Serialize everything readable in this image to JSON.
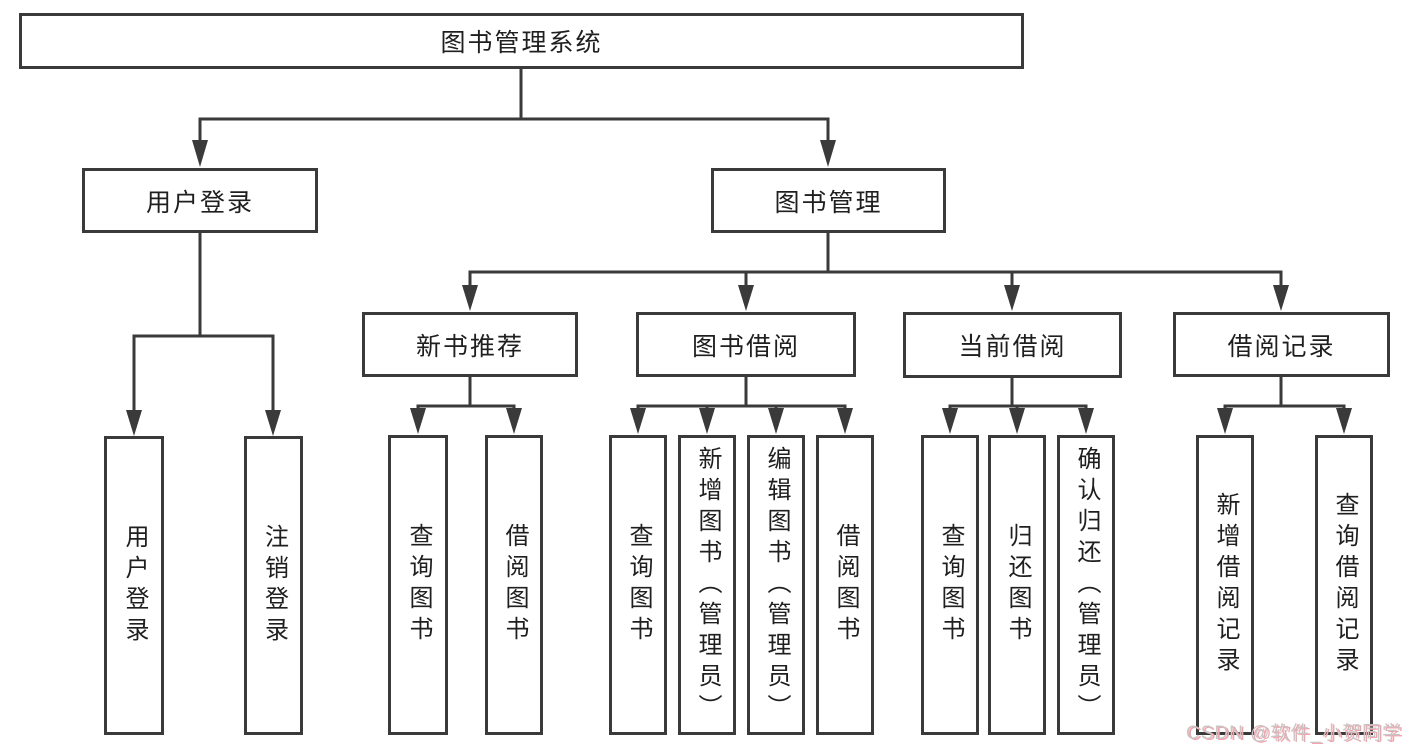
{
  "tree": {
    "label": "图书管理系统",
    "children": [
      {
        "label": "用户登录",
        "children": [
          {
            "label": "用户登录"
          },
          {
            "label": "注销登录"
          }
        ]
      },
      {
        "label": "图书管理",
        "children": [
          {
            "label": "新书推荐",
            "children": [
              {
                "label": "查询图书"
              },
              {
                "label": "借阅图书"
              }
            ]
          },
          {
            "label": "图书借阅",
            "children": [
              {
                "label": "查询图书"
              },
              {
                "label": "新增图书（管理员）"
              },
              {
                "label": "编辑图书（管理员）"
              },
              {
                "label": "借阅图书"
              }
            ]
          },
          {
            "label": "当前借阅",
            "children": [
              {
                "label": "查询图书"
              },
              {
                "label": "归还图书"
              },
              {
                "label": "确认归还（管理员）"
              }
            ]
          },
          {
            "label": "借阅记录",
            "children": [
              {
                "label": "新增借阅记录"
              },
              {
                "label": "查询借阅记录"
              }
            ]
          }
        ]
      }
    ]
  },
  "watermark": {
    "text": "CSDN @软件_小贺同学"
  },
  "colors": {
    "line": "#3a3a3a",
    "text": "#1f1f1f",
    "background": "#ffffff",
    "watermark_text": "#c6c6c6",
    "watermark_shadow": "#f9a0aa"
  }
}
